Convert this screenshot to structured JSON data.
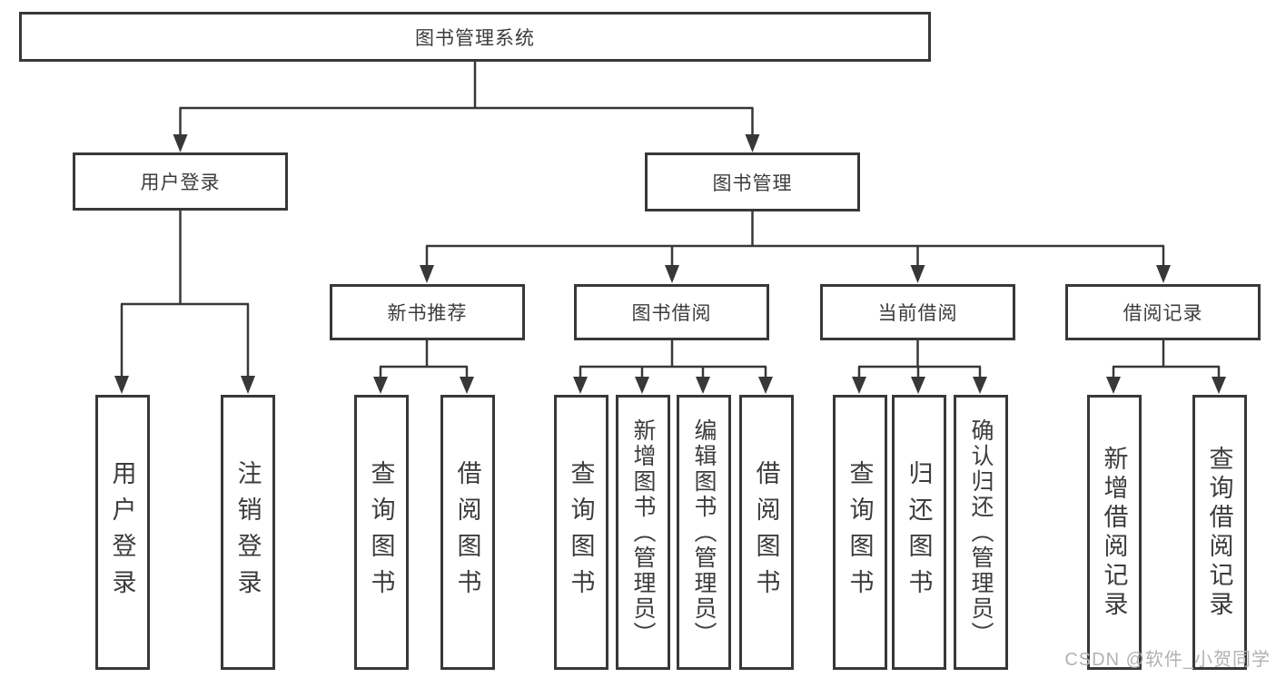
{
  "tree": {
    "root": {
      "label": "图书管理系统",
      "children": [
        {
          "label": "用户登录",
          "children": [
            {
              "label": "用户登录"
            },
            {
              "label": "注销登录"
            }
          ]
        },
        {
          "label": "图书管理",
          "children": [
            {
              "label": "新书推荐",
              "children": [
                {
                  "label": "查询图书"
                },
                {
                  "label": "借阅图书"
                }
              ]
            },
            {
              "label": "图书借阅",
              "children": [
                {
                  "label": "查询图书"
                },
                {
                  "label": "新增图书（管理员）"
                },
                {
                  "label": "编辑图书（管理员）"
                },
                {
                  "label": "借阅图书"
                }
              ]
            },
            {
              "label": "当前借阅",
              "children": [
                {
                  "label": "查询图书"
                },
                {
                  "label": "归还图书"
                },
                {
                  "label": "确认归还（管理员）"
                }
              ]
            },
            {
              "label": "借阅记录",
              "children": [
                {
                  "label": "新增借阅记录"
                },
                {
                  "label": "查询借阅记录"
                }
              ]
            }
          ]
        }
      ]
    }
  },
  "watermark": {
    "text": "CSDN @软件_小贺同学",
    "color": "#b2b2b2"
  },
  "colors": {
    "line": "#383838",
    "text": "#3c3c3c",
    "background": "#ffffff"
  }
}
